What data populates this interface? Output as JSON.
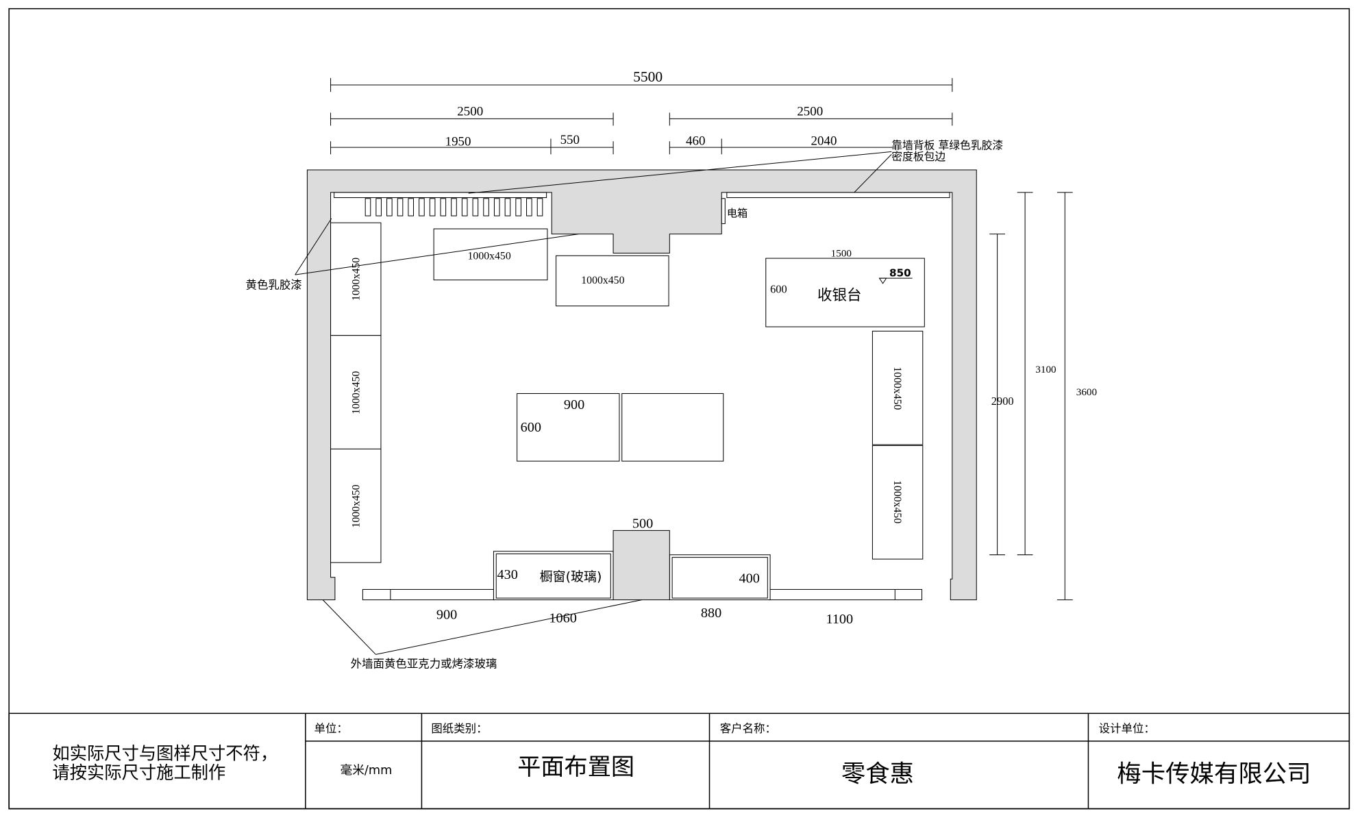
{
  "dimensions": {
    "total_width": "5500",
    "left_span": "2500",
    "right_span": "2500",
    "left_a": "1950",
    "left_b": "550",
    "right_a": "460",
    "right_b": "2040",
    "right_2900": "2900",
    "right_3100": "3100",
    "right_3600": "3600",
    "bottom": [
      "900",
      "1060",
      "880",
      "1100"
    ]
  },
  "annotations": {
    "back_panel": "靠墙背板 草绿色乳胶漆",
    "density_board": "密度板包边",
    "electric_box": "电箱",
    "yellow_paint": "黄色乳胶漆",
    "exterior_wall": "外墙面黄色亚克力或烤漆玻璃"
  },
  "fixtures": {
    "left_shelves": [
      "1000x450",
      "1000x450",
      "1000x450"
    ],
    "top_shelves": [
      "1000x450",
      "1000x450"
    ],
    "right_shelves": [
      "1000x450",
      "1000x450"
    ],
    "cashier": {
      "label": "收银台",
      "width": "1500",
      "depth": "600",
      "height": "850"
    },
    "center_table": {
      "width": "900",
      "depth": "600"
    },
    "column": "500",
    "window_left": {
      "label": "橱窗(玻璃)",
      "depth": "430"
    },
    "window_right": {
      "depth": "400"
    }
  },
  "title_block": {
    "note_line1": "如实际尺寸与图样尺寸不符，",
    "note_line2": "请按实际尺寸施工制作",
    "unit_label": "单位：",
    "unit_value": "毫米/mm",
    "drawing_type_label": "图纸类别：",
    "drawing_type": "平面布置图",
    "client_label": "客户名称：",
    "client": "零食惠",
    "designer_label": "设计单位：",
    "designer": "梅卡传媒有限公司"
  },
  "colors": {
    "background": "#ffffff",
    "line": "#000000",
    "wall_fill": "#dcdcdc"
  }
}
